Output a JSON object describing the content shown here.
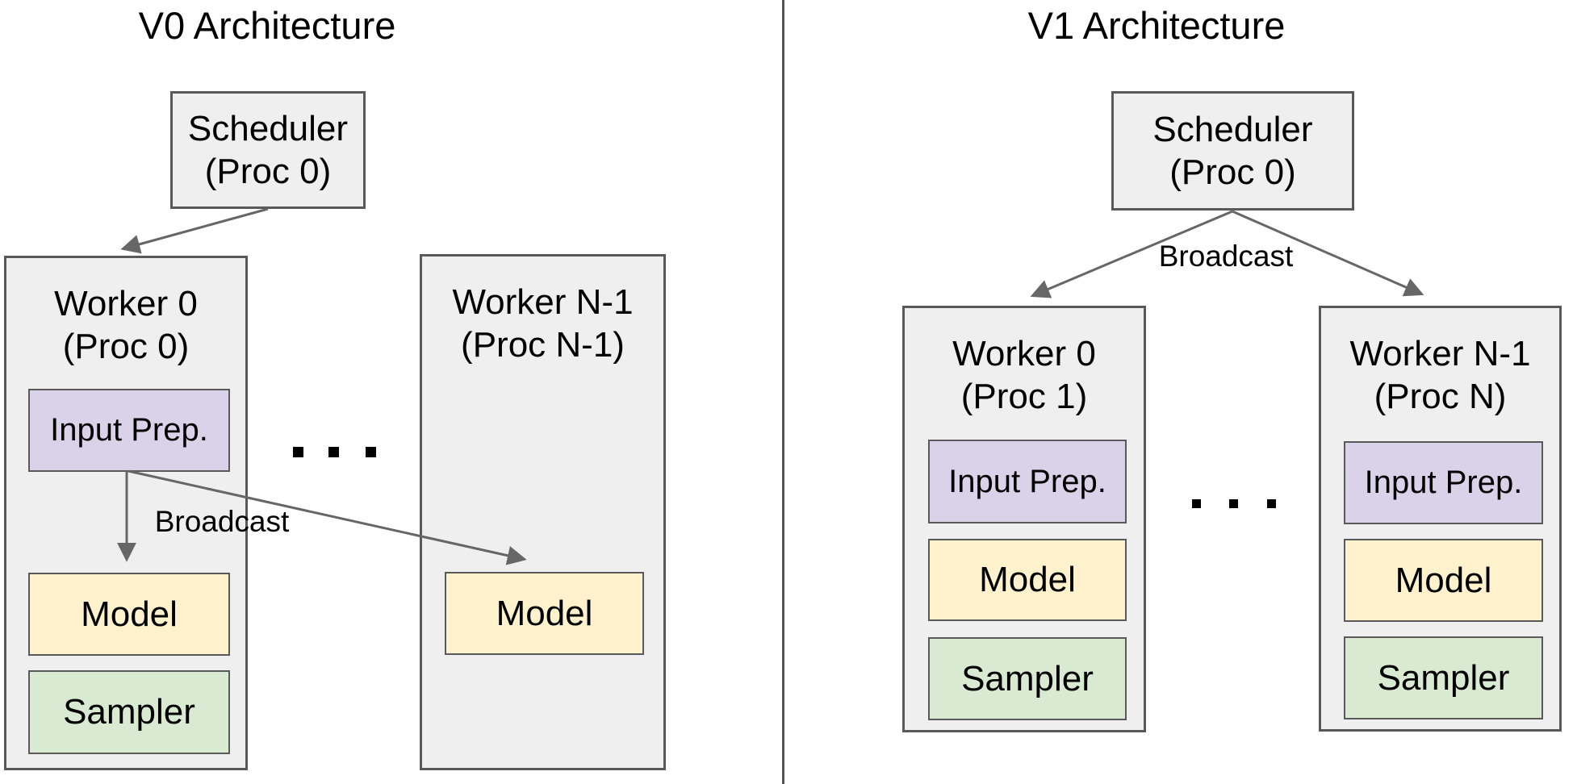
{
  "left": {
    "title": "V0 Architecture",
    "scheduler_line1": "Scheduler",
    "scheduler_line2": "(Proc 0)",
    "broadcast": "Broadcast",
    "ellipsis": "...",
    "worker0": {
      "name": "Worker 0",
      "proc": "(Proc 0)",
      "input_prep": "Input Prep.",
      "model": "Model",
      "sampler": "Sampler"
    },
    "workerN": {
      "name": "Worker N-1",
      "proc": "(Proc N-1)",
      "model": "Model"
    }
  },
  "right": {
    "title": "V1 Architecture",
    "scheduler_line1": "Scheduler",
    "scheduler_line2": "(Proc 0)",
    "broadcast": "Broadcast",
    "ellipsis": "...",
    "worker0": {
      "name": "Worker 0",
      "proc": "(Proc 1)",
      "input_prep": "Input Prep.",
      "model": "Model",
      "sampler": "Sampler"
    },
    "workerN": {
      "name": "Worker N-1",
      "proc": "(Proc N)",
      "input_prep": "Input Prep.",
      "model": "Model",
      "sampler": "Sampler"
    }
  },
  "colors": {
    "panel_fill": "#efefef",
    "input_prep_fill": "#d9d2e9",
    "model_fill": "#fff2cc",
    "sampler_fill": "#d9ead3",
    "box_border": "#595959",
    "arrow": "#666666",
    "divider": "#555555",
    "text": "#000000"
  }
}
